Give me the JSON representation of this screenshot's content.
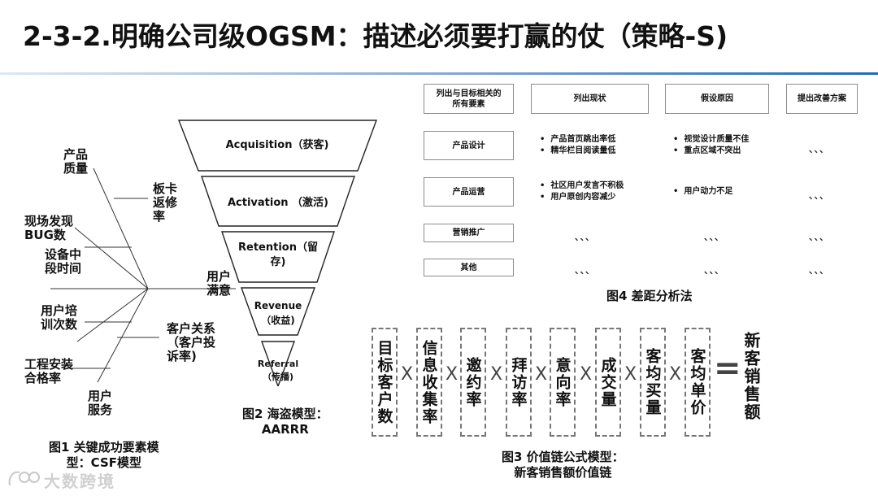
{
  "title": "2-3-2.明确公司级OGSM：描述必须要打赢的仗（策略-S)",
  "colors": {
    "accent": "#1f6bb5",
    "rule_light": "#c9d6e6",
    "box_border": "#8c8c8c",
    "funnel_stroke": "#222222"
  },
  "fishbone": {
    "labels": {
      "product_quality": "产品\n质量",
      "board_repair": "板卡\n返修\n率",
      "onsite_bug": "现场发现\nBUG数",
      "downtime": "设备中\n段时间",
      "satisfaction": "用户\n满意",
      "training": "用户培\n训次数",
      "customer_relation": "客户关系\n（客户投\n诉率)",
      "install_pass": "工程安装\n合格率",
      "service": "用户\n服务"
    },
    "caption": "图1  关键成功要素模\n型：CSF模型"
  },
  "funnel": {
    "stages": [
      {
        "label": "Acquisition（获客)"
      },
      {
        "label": "Activation  （激活)"
      },
      {
        "label": "Retention（留\n存)"
      },
      {
        "label": "Revenue\n（收益)"
      },
      {
        "label": "Referral\n（传播)"
      }
    ],
    "caption": "图2  海盗模型：\nAARRR"
  },
  "gap_analysis": {
    "headers": [
      "列出与目标相关的\n所有要素",
      "列出现状",
      "假设原因",
      "提出改善方案"
    ],
    "rows": [
      {
        "factor": "产品设计",
        "status": [
          "产品首页跳出率低",
          "精华栏目阅读量低"
        ],
        "cause": [
          "视觉设计质量不佳",
          "重点区域不突出"
        ],
        "plan": "、、、"
      },
      {
        "factor": "产品运营",
        "status": [
          "社区用户发言不积极",
          "用户原创内容减少"
        ],
        "cause": [
          "用户动力不足"
        ],
        "plan": "、、、"
      },
      {
        "factor": "营销推广",
        "status_dots": "、、、",
        "cause_dots": "、、、",
        "plan": "、、、"
      },
      {
        "factor": "其他",
        "status_dots": "、、、",
        "cause_dots": "、、、",
        "plan": "、、、"
      }
    ],
    "bullet": "•",
    "caption": "图4  差距分析法"
  },
  "value_chain": {
    "factors": [
      "目标客户数",
      "信息收集率",
      "邀约率",
      "拜访率",
      "意向率",
      "成交量",
      "客均买量",
      "客均单价"
    ],
    "times": "X",
    "equals": "=",
    "result": "新客销售额",
    "caption": "图3  价值链公式模型：\n新客销售额价值链"
  },
  "watermark": "大数跨境"
}
